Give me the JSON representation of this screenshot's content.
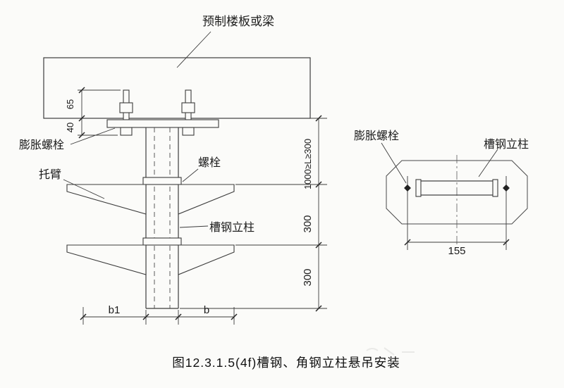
{
  "figure": {
    "caption": "图12.3.1.5(4f)槽钢、角钢立柱悬吊安装"
  },
  "main_view": {
    "labels": {
      "slab": "预制楼板或梁",
      "expansion_bolt": "膨胀螺栓",
      "bracket_arm": "托臂",
      "bolt": "螺栓",
      "channel_column": "槽钢立柱"
    },
    "dims": {
      "embed": "65",
      "exposed": "40",
      "suspension": "1000≥L≥300",
      "spacing_upper": "300",
      "spacing_lower": "300",
      "b1": "b1",
      "b": "b"
    }
  },
  "detail_view": {
    "labels": {
      "expansion_bolt": "膨胀螺栓",
      "channel_column": "槽钢立柱"
    },
    "dims": {
      "bolt_spacing": "155"
    }
  },
  "colors": {
    "line": "#3c3c3c",
    "paper": "#fbfbf9",
    "hatch": "#9b9b9b"
  }
}
